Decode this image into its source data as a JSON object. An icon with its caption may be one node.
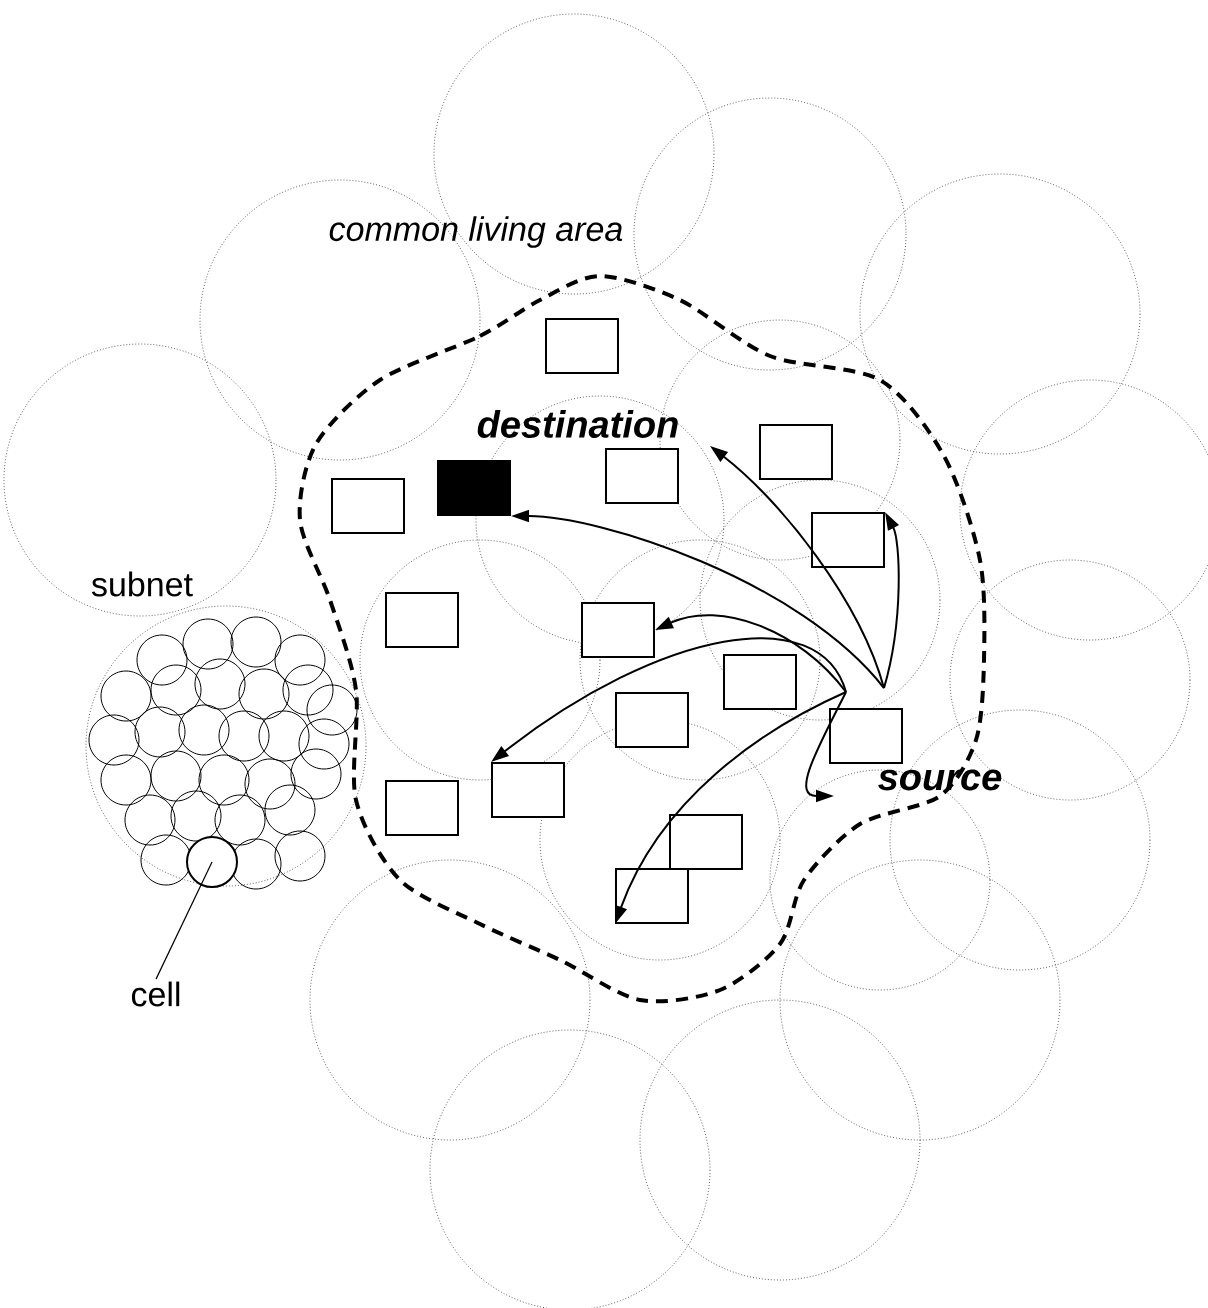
{
  "diagram": {
    "nodes": [
      {
        "text": [],
        "shape": "box"
      },
      {
        "text": [],
        "shape": "box"
      },
      {
        "text": [],
        "shape": "box"
      },
      {
        "text": [],
        "shape": "box",
        "beside": [
          "destination"
        ]
      },
      {
        "text": [],
        "shape": "box"
      },
      {
        "text": [],
        "shape": "box"
      },
      {
        "text": [],
        "shape": "box"
      },
      {
        "text": [],
        "shape": "box"
      },
      {
        "text": [],
        "shape": "box"
      },
      {
        "text": [],
        "shape": "box"
      },
      {
        "text": [],
        "shape": "box",
        "beside": [
          "source"
        ]
      },
      {
        "text": [],
        "shape": "box"
      },
      {
        "text": [],
        "shape": "box"
      },
      {
        "text": [],
        "shape": "box"
      },
      {
        "text": [],
        "shape": "box"
      },
      {
        "text": [
          "cell"
        ]
      },
      {
        "text": [],
        "shape": "circle"
      }
    ],
    "edges": [
      {
        "from": 10,
        "to": 3,
        "arrow": "to"
      },
      {
        "from": 10,
        "to": null,
        "arrow": "to"
      },
      {
        "from": 10,
        "to": 5,
        "arrow": "to"
      },
      {
        "from": 10,
        "to": 7,
        "arrow": "to"
      },
      {
        "from": 10,
        "to": 11,
        "arrow": "to"
      },
      {
        "from": 10,
        "to": 14,
        "arrow": "to"
      },
      {
        "from": 10,
        "to": null,
        "arrow": "to"
      },
      {
        "from": 15,
        "to": 16,
        "arrow": "none"
      }
    ],
    "labels": [
      "common living area",
      "subnet"
    ]
  }
}
